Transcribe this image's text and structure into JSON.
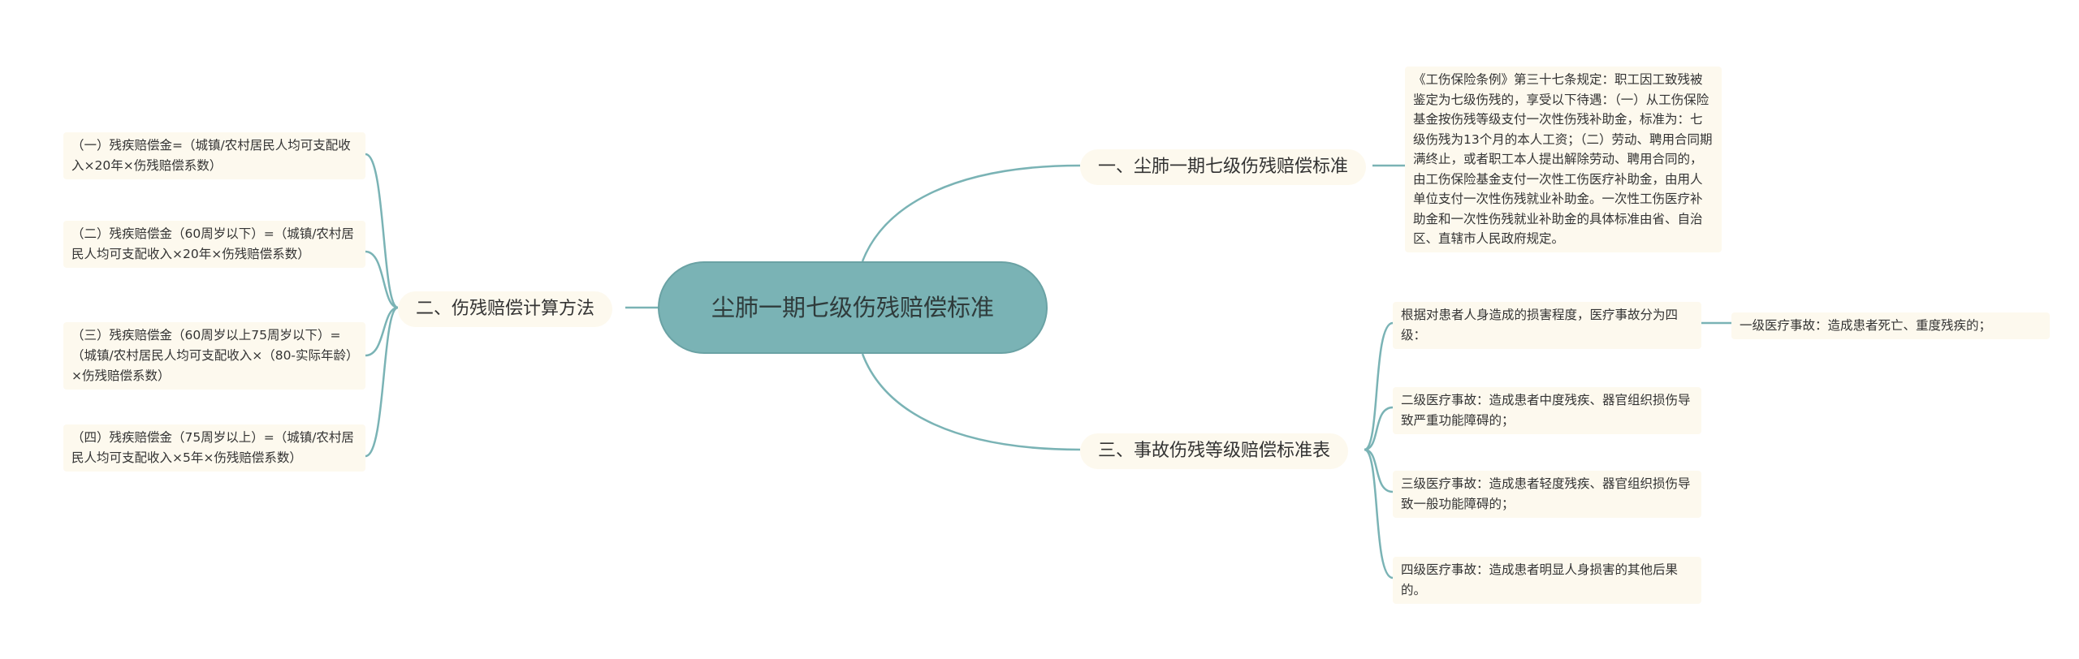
{
  "root": {
    "title": "尘肺一期七级伤残赔偿标准"
  },
  "branches": {
    "b1": {
      "label": "一、尘肺一期七级伤残赔偿标准",
      "detail": "《工伤保险条例》第三十七条规定：职工因工致残被鉴定为七级伤残的，享受以下待遇：（一）从工伤保险基金按伤残等级支付一次性伤残补助金，标准为：七级伤残为13个月的本人工资；（二）劳动、聘用合同期满终止，或者职工本人提出解除劳动、聘用合同的，由工伤保险基金支付一次性工伤医疗补助金，由用人单位支付一次性伤残就业补助金。一次性工伤医疗补助金和一次性伤残就业补助金的具体标准由省、自治区、直辖市人民政府规定。"
    },
    "b2": {
      "label": "二、伤残赔偿计算方法",
      "items": [
        "（一）残疾赔偿金=（城镇/农村居民人均可支配收入×20年×伤残赔偿系数）",
        "（二）残疾赔偿金（60周岁以下）=（城镇/农村居民人均可支配收入×20年×伤残赔偿系数）",
        "（三）残疾赔偿金（60周岁以上75周岁以下）=（城镇/农村居民人均可支配收入×（80-实际年龄）×伤残赔偿系数）",
        "（四）残疾赔偿金（75周岁以上）=（城镇/农村居民人均可支配收入×5年×伤残赔偿系数）"
      ]
    },
    "b3": {
      "label": "三、事故伤残等级赔偿标准表",
      "items": [
        "根据对患者人身造成的损害程度，医疗事故分为四级：",
        "二级医疗事故：造成患者中度残疾、器官组织损伤导致严重功能障碍的；",
        "三级医疗事故：造成患者轻度残疾、器官组织损伤导致一般功能障碍的；",
        "四级医疗事故：造成患者明显人身损害的其他后果的。"
      ],
      "sub_item": "一级医疗事故：造成患者死亡、重度残疾的；"
    }
  },
  "colors": {
    "root_fill": "#7ab3b5",
    "line": "#7ab3b5",
    "node_fill": "#fdf9ee"
  }
}
